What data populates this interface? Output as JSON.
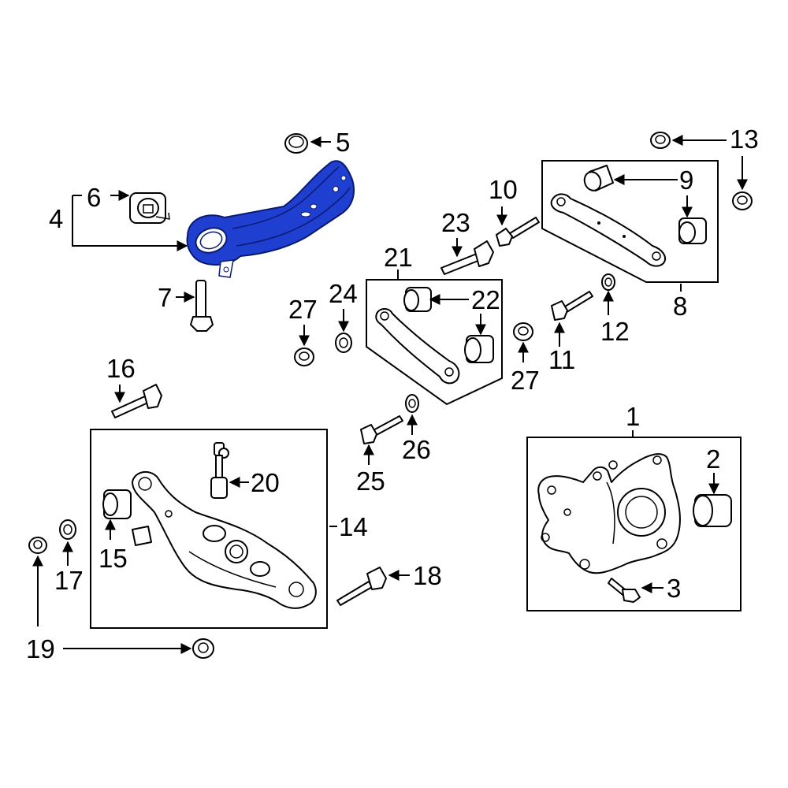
{
  "diagram": {
    "highlight_color": "#1f3fd0",
    "callouts": [
      {
        "id": "c1",
        "text": "1"
      },
      {
        "id": "c2",
        "text": "2"
      },
      {
        "id": "c3",
        "text": "3"
      },
      {
        "id": "c4",
        "text": "4"
      },
      {
        "id": "c5",
        "text": "5"
      },
      {
        "id": "c6",
        "text": "6"
      },
      {
        "id": "c7",
        "text": "7"
      },
      {
        "id": "c8",
        "text": "8"
      },
      {
        "id": "c9",
        "text": "9"
      },
      {
        "id": "c10",
        "text": "10"
      },
      {
        "id": "c11",
        "text": "11"
      },
      {
        "id": "c12",
        "text": "12"
      },
      {
        "id": "c13",
        "text": "13"
      },
      {
        "id": "c14",
        "text": "14"
      },
      {
        "id": "c15",
        "text": "15"
      },
      {
        "id": "c16",
        "text": "16"
      },
      {
        "id": "c17",
        "text": "17"
      },
      {
        "id": "c18",
        "text": "18"
      },
      {
        "id": "c19",
        "text": "19"
      },
      {
        "id": "c20",
        "text": "20"
      },
      {
        "id": "c21",
        "text": "21"
      },
      {
        "id": "c22",
        "text": "22"
      },
      {
        "id": "c23",
        "text": "23"
      },
      {
        "id": "c24",
        "text": "24"
      },
      {
        "id": "c25",
        "text": "25"
      },
      {
        "id": "c26",
        "text": "26"
      },
      {
        "id": "c27a",
        "text": "27"
      },
      {
        "id": "c27b",
        "text": "27"
      }
    ]
  }
}
